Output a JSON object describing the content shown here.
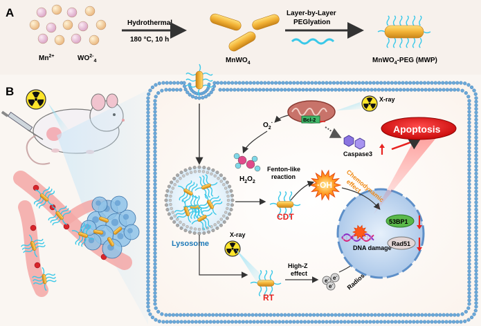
{
  "panelA": {
    "letter": "A",
    "ion_mn": "Mn",
    "ion_mn_sup": "2+",
    "ion_w": "WO",
    "ion_w_sub": "4",
    "ion_w_sup": "2-",
    "step1_top": "Hydrothermal",
    "step1_bottom": "180 °C, 10 h",
    "product1": "MnWO",
    "product1_sub": "4",
    "step2_line1": "Layer-by-Layer",
    "step2_line2": "PEGlyation",
    "product2_a": "MnWO",
    "product2_sub": "4",
    "product2_b": "-PEG (MWP)"
  },
  "panelB": {
    "letter": "B",
    "xray_top": "X-ray",
    "xray_left": "X-ray",
    "bcl2": "Bcl-2",
    "o2": "O",
    "o2_sub": "2",
    "o2_sup": "·",
    "h2o2_a": "H",
    "h2o2_sub1": "2",
    "h2o2_b": "O",
    "h2o2_sub2": "2",
    "caspase": "Caspase3",
    "apoptosis": "Apoptosis",
    "fenton_line1": "Fenton-like",
    "fenton_line2": "reaction",
    "oh": "·OH",
    "cdt": "CDT",
    "chemo_line1": "Chemodynamic",
    "chemo_line2": "effect",
    "lysosome": "Lysosome",
    "bp1": "53BP1",
    "dna": "DNA damage",
    "rad51": "Rad51",
    "highz_line1": "High-Z",
    "highz_line2": "effect",
    "electron": "e",
    "electron_sup": "-",
    "rt": "RT",
    "radiosens": "Radiosensitization"
  },
  "colors": {
    "rod": "#f2b236",
    "peg": "#3ac8e8",
    "membrane": "#6aa8d8",
    "red_label": "#e8221f",
    "blue_label": "#1c79b8"
  },
  "icons": [
    "radiation-icon",
    "mouse-icon",
    "syringe-icon",
    "mitochondrion-icon",
    "nucleus-icon",
    "dna-icon",
    "tumor-icon",
    "blood-vessel-icon"
  ]
}
